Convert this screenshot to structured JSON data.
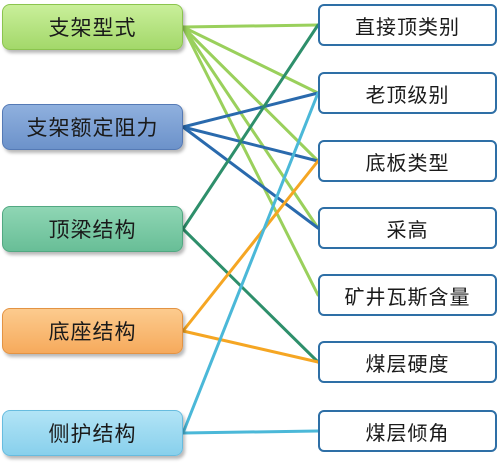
{
  "left_nodes": [
    {
      "label": "支架型式",
      "color": "#9ad05c"
    },
    {
      "label": "支架额定阻力",
      "color": "#2a6aad"
    },
    {
      "label": "顶梁结构",
      "color": "#2e8f6b"
    },
    {
      "label": "底座结构",
      "color": "#f5a623"
    },
    {
      "label": "侧护结构",
      "color": "#4bb8d8"
    }
  ],
  "right_nodes": [
    {
      "label": "直接顶类别"
    },
    {
      "label": "老顶级别"
    },
    {
      "label": "底板类型"
    },
    {
      "label": "采高"
    },
    {
      "label": "矿井瓦斯含量"
    },
    {
      "label": "煤层硬度"
    },
    {
      "label": "煤层倾角"
    }
  ],
  "connections": [
    {
      "from": 0,
      "to": 0
    },
    {
      "from": 0,
      "to": 1
    },
    {
      "from": 0,
      "to": 2
    },
    {
      "from": 0,
      "to": 3
    },
    {
      "from": 0,
      "to": 4
    },
    {
      "from": 1,
      "to": 1
    },
    {
      "from": 1,
      "to": 2
    },
    {
      "from": 1,
      "to": 3
    },
    {
      "from": 2,
      "to": 0
    },
    {
      "from": 2,
      "to": 5
    },
    {
      "from": 3,
      "to": 2
    },
    {
      "from": 3,
      "to": 5
    },
    {
      "from": 4,
      "to": 1
    },
    {
      "from": 4,
      "to": 6
    }
  ],
  "box_border_color": "#2e6fa6"
}
